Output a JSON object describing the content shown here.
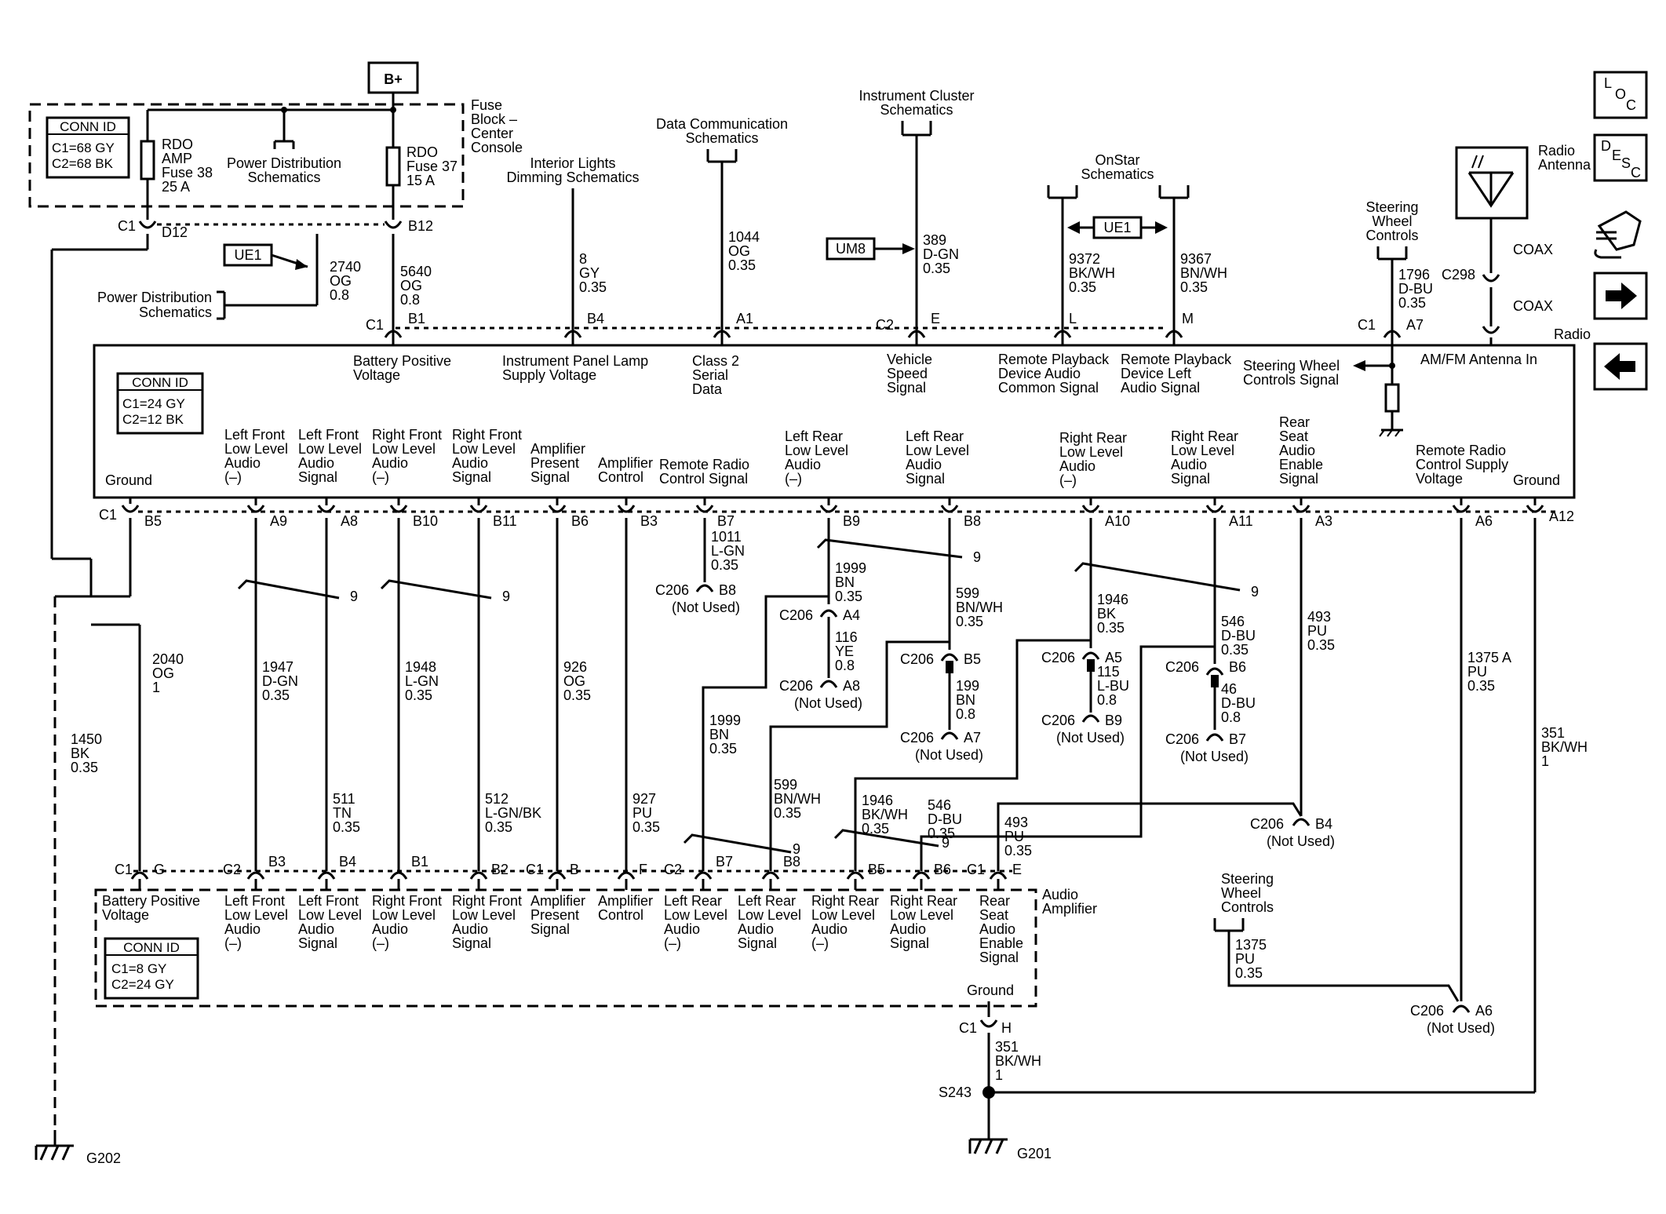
{
  "power": {
    "bplus": "B+",
    "fuse_block": [
      "Fuse",
      "Block –",
      "Center",
      "Console"
    ],
    "conn_id_title": "CONN ID",
    "conn_id_lines": [
      "C1=68 GY",
      "C2=68 BK"
    ],
    "rdo_amp": [
      "RDO",
      "AMP",
      "Fuse 38",
      "25 A"
    ],
    "rdo": [
      "RDO",
      "Fuse 37",
      "15 A"
    ],
    "power_dist": [
      "Power Distribution",
      "Schematics"
    ],
    "c1": "C1",
    "d12": "D12",
    "b12": "B12"
  },
  "references": {
    "ue1": "UE1",
    "um8": "UM8",
    "power_dist2": [
      "Power Distribution",
      "Schematics"
    ],
    "interior_lights": [
      "Interior Lights",
      "Dimming Schematics"
    ],
    "data_comm": [
      "Data Communication",
      "Schematics"
    ],
    "instrument_cluster": [
      "Instrument Cluster",
      "Schematics"
    ],
    "onstar": [
      "OnStar",
      "Schematics"
    ],
    "steering_wheel": [
      "Steering",
      "Wheel",
      "Controls"
    ],
    "radio_antenna": [
      "Radio",
      "Antenna"
    ],
    "coax": "COAX",
    "c298": "C298"
  },
  "wires_top": [
    {
      "label": [
        "2740",
        "OG",
        "0.8"
      ]
    },
    {
      "label": [
        "5640",
        "OG",
        "0.8"
      ]
    },
    {
      "label": [
        "8",
        "GY",
        "0.35"
      ]
    },
    {
      "label": [
        "1044",
        "OG",
        "0.35"
      ]
    },
    {
      "label": [
        "389",
        "D-GN",
        "0.35"
      ]
    },
    {
      "label": [
        "9372",
        "BK/WH",
        "0.35"
      ]
    },
    {
      "label": [
        "9367",
        "BN/WH",
        "0.35"
      ]
    },
    {
      "label": [
        "1796",
        "D-BU",
        "0.35"
      ]
    }
  ],
  "radio": {
    "label": "Radio",
    "conn_id_title": "CONN ID",
    "conn_id_lines": [
      "C1=24 GY",
      "C2=12 BK"
    ],
    "top_pins": [
      {
        "conn": "C1",
        "pin": "B1",
        "label": [
          "Battery Positive",
          "Voltage"
        ]
      },
      {
        "pin": "B4",
        "label": [
          "Instrument Panel Lamp",
          "Supply Voltage"
        ]
      },
      {
        "pin": "A1",
        "label": [
          "Class 2",
          "Serial",
          "Data"
        ]
      },
      {
        "conn": "C2",
        "pin": "E",
        "label": [
          "Vehicle",
          "Speed",
          "Signal"
        ]
      },
      {
        "pin": "L",
        "label": [
          "Remote Playback",
          "Device Audio",
          "Common Signal"
        ]
      },
      {
        "pin": "M",
        "label": [
          "Remote Playback",
          "Device Left",
          "Audio Signal"
        ]
      },
      {
        "conn": "C1",
        "pin": "A7",
        "label": [
          "Steering Wheel",
          "Controls Signal"
        ]
      },
      {
        "label": [
          "AM/FM Antenna In"
        ]
      }
    ],
    "bottom_pins": [
      {
        "conn": "C1",
        "pin": "B5",
        "label": [
          "Ground"
        ]
      },
      {
        "pin": "A9",
        "label": [
          "Left Front",
          "Low Level",
          "Audio",
          "(–)"
        ]
      },
      {
        "pin": "A8",
        "label": [
          "Left Front",
          "Low Level",
          "Audio",
          "Signal"
        ]
      },
      {
        "pin": "B10",
        "label": [
          "Right Front",
          "Low Level",
          "Audio",
          "(–)"
        ]
      },
      {
        "pin": "B11",
        "label": [
          "Right Front",
          "Low Level",
          "Audio",
          "Signal"
        ]
      },
      {
        "pin": "B6",
        "label": [
          "Amplifier",
          "Present",
          "Signal"
        ]
      },
      {
        "pin": "B3",
        "label": [
          "Amplifier",
          "Control"
        ]
      },
      {
        "pin": "B7",
        "label": [
          "Remote Radio",
          "Control Signal"
        ]
      },
      {
        "pin": "B9",
        "label": [
          "Left Rear",
          "Low Level",
          "Audio",
          "(–)"
        ]
      },
      {
        "pin": "B8",
        "label": [
          "Left Rear",
          "Low Level",
          "Audio",
          "Signal"
        ]
      },
      {
        "pin": "A10",
        "label": [
          "Right Rear",
          "Low Level",
          "Audio",
          "(–)"
        ]
      },
      {
        "pin": "A11",
        "label": [
          "Right Rear",
          "Low Level",
          "Audio",
          "Signal"
        ]
      },
      {
        "pin": "A3",
        "label": [
          "Rear",
          "Seat",
          "Audio",
          "Enable",
          "Signal"
        ]
      },
      {
        "pin": "A6",
        "label": [
          "Remote Radio",
          "Control Supply",
          "Voltage"
        ]
      },
      {
        "pin": "A12",
        "label": [
          "Ground"
        ]
      }
    ]
  },
  "wires_mid": [
    {
      "label": [
        "1450",
        "BK",
        "0.35"
      ]
    },
    {
      "label": [
        "2040",
        "OG",
        "1"
      ]
    },
    {
      "label": [
        "1947",
        "D-GN",
        "0.35"
      ]
    },
    {
      "label": [
        "1948",
        "L-GN",
        "0.35"
      ]
    },
    {
      "label": [
        "926",
        "OG",
        "0.35"
      ]
    },
    {
      "label": [
        "511",
        "TN",
        "0.35"
      ]
    },
    {
      "label": [
        "512",
        "L-GN/BK",
        "0.35"
      ]
    },
    {
      "label": [
        "927",
        "PU",
        "0.35"
      ]
    },
    {
      "label": [
        "1011",
        "L-GN",
        "0.35"
      ]
    },
    {
      "label": [
        "1999",
        "BN",
        "0.35"
      ]
    },
    {
      "label": [
        "116",
        "YE",
        "0.8"
      ]
    },
    {
      "label": [
        "599",
        "BN/WH",
        "0.35"
      ]
    },
    {
      "label": [
        "199",
        "BN",
        "0.8"
      ]
    },
    {
      "label": [
        "1946",
        "BK",
        "0.35"
      ]
    },
    {
      "label": [
        "115",
        "L-BU",
        "0.8"
      ]
    },
    {
      "label": [
        "546",
        "D-BU",
        "0.35"
      ]
    },
    {
      "label": [
        "46",
        "D-BU",
        "0.8"
      ]
    },
    {
      "label": [
        "493",
        "PU",
        "0.35"
      ]
    },
    {
      "label": [
        "1375 A",
        "PU",
        "0.35"
      ]
    },
    {
      "label": [
        "351",
        "BK/WH",
        "1"
      ]
    },
    {
      "label": [
        "1999",
        "BN",
        "0.35"
      ]
    },
    {
      "label": [
        "599",
        "BN/WH",
        "0.35"
      ]
    },
    {
      "label": [
        "1946",
        "BK/WH",
        "0.35"
      ]
    },
    {
      "label": [
        "546",
        "D-BU",
        "0.35"
      ]
    },
    {
      "label": [
        "493",
        "PU",
        "0.35"
      ]
    },
    {
      "label": [
        "1375",
        "PU",
        "0.35"
      ]
    },
    {
      "label": [
        "351",
        "BK/WH",
        "1"
      ]
    }
  ],
  "c206": {
    "name": "C206",
    "not_used": "(Not Used)",
    "pins": [
      "B8",
      "A4",
      "A8",
      "B5",
      "A7",
      "A5",
      "B9",
      "B6",
      "B7",
      "B4",
      "A6"
    ]
  },
  "twist": "9",
  "amplifier": {
    "label": [
      "Audio",
      "Amplifier"
    ],
    "conn_id_title": "CONN ID",
    "conn_id_lines": [
      "C1=8 GY",
      "C2=24 GY"
    ],
    "pins": [
      {
        "conn": "C1",
        "pin": "G",
        "label": [
          "Battery Positive",
          "Voltage"
        ]
      },
      {
        "conn": "C2",
        "pin": "B3",
        "label": [
          "Left Front",
          "Low Level",
          "Audio",
          "(–)"
        ]
      },
      {
        "pin": "B4",
        "label": [
          "Left Front",
          "Low Level",
          "Audio",
          "Signal"
        ]
      },
      {
        "pin": "B1",
        "label": [
          "Right Front",
          "Low Level",
          "Audio",
          "(–)"
        ]
      },
      {
        "pin": "B2",
        "label": [
          "Right Front",
          "Low Level",
          "Audio",
          "Signal"
        ]
      },
      {
        "conn": "C1",
        "pin": "B",
        "label": [
          "Amplifier",
          "Present",
          "Signal"
        ]
      },
      {
        "pin": "F",
        "label": [
          "Amplifier",
          "Control"
        ]
      },
      {
        "conn": "C2",
        "pin": "B7",
        "label": [
          "Left Rear",
          "Low Level",
          "Audio",
          "(–)"
        ]
      },
      {
        "pin": "B8",
        "label": [
          "Left Rear",
          "Low Level",
          "Audio",
          "Signal"
        ]
      },
      {
        "pin": "B5",
        "label": [
          "Right Rear",
          "Low Level",
          "Audio",
          "(–)"
        ]
      },
      {
        "pin": "B6",
        "label": [
          "Right Rear",
          "Low Level",
          "Audio",
          "Signal"
        ]
      },
      {
        "conn": "C1",
        "pin": "E",
        "label": [
          "Rear",
          "Seat",
          "Audio",
          "Enable",
          "Signal"
        ]
      }
    ],
    "ground": "Ground",
    "ground_conn": "C1",
    "ground_pin": "H"
  },
  "steering_wheel2": [
    "Steering",
    "Wheel",
    "Controls"
  ],
  "grounds": {
    "s243": "S243",
    "g201": "G201",
    "g202": "G202"
  },
  "nav": {
    "loc": [
      "L",
      "O",
      "C"
    ],
    "desc": [
      "D",
      "E",
      "S",
      "C"
    ]
  }
}
